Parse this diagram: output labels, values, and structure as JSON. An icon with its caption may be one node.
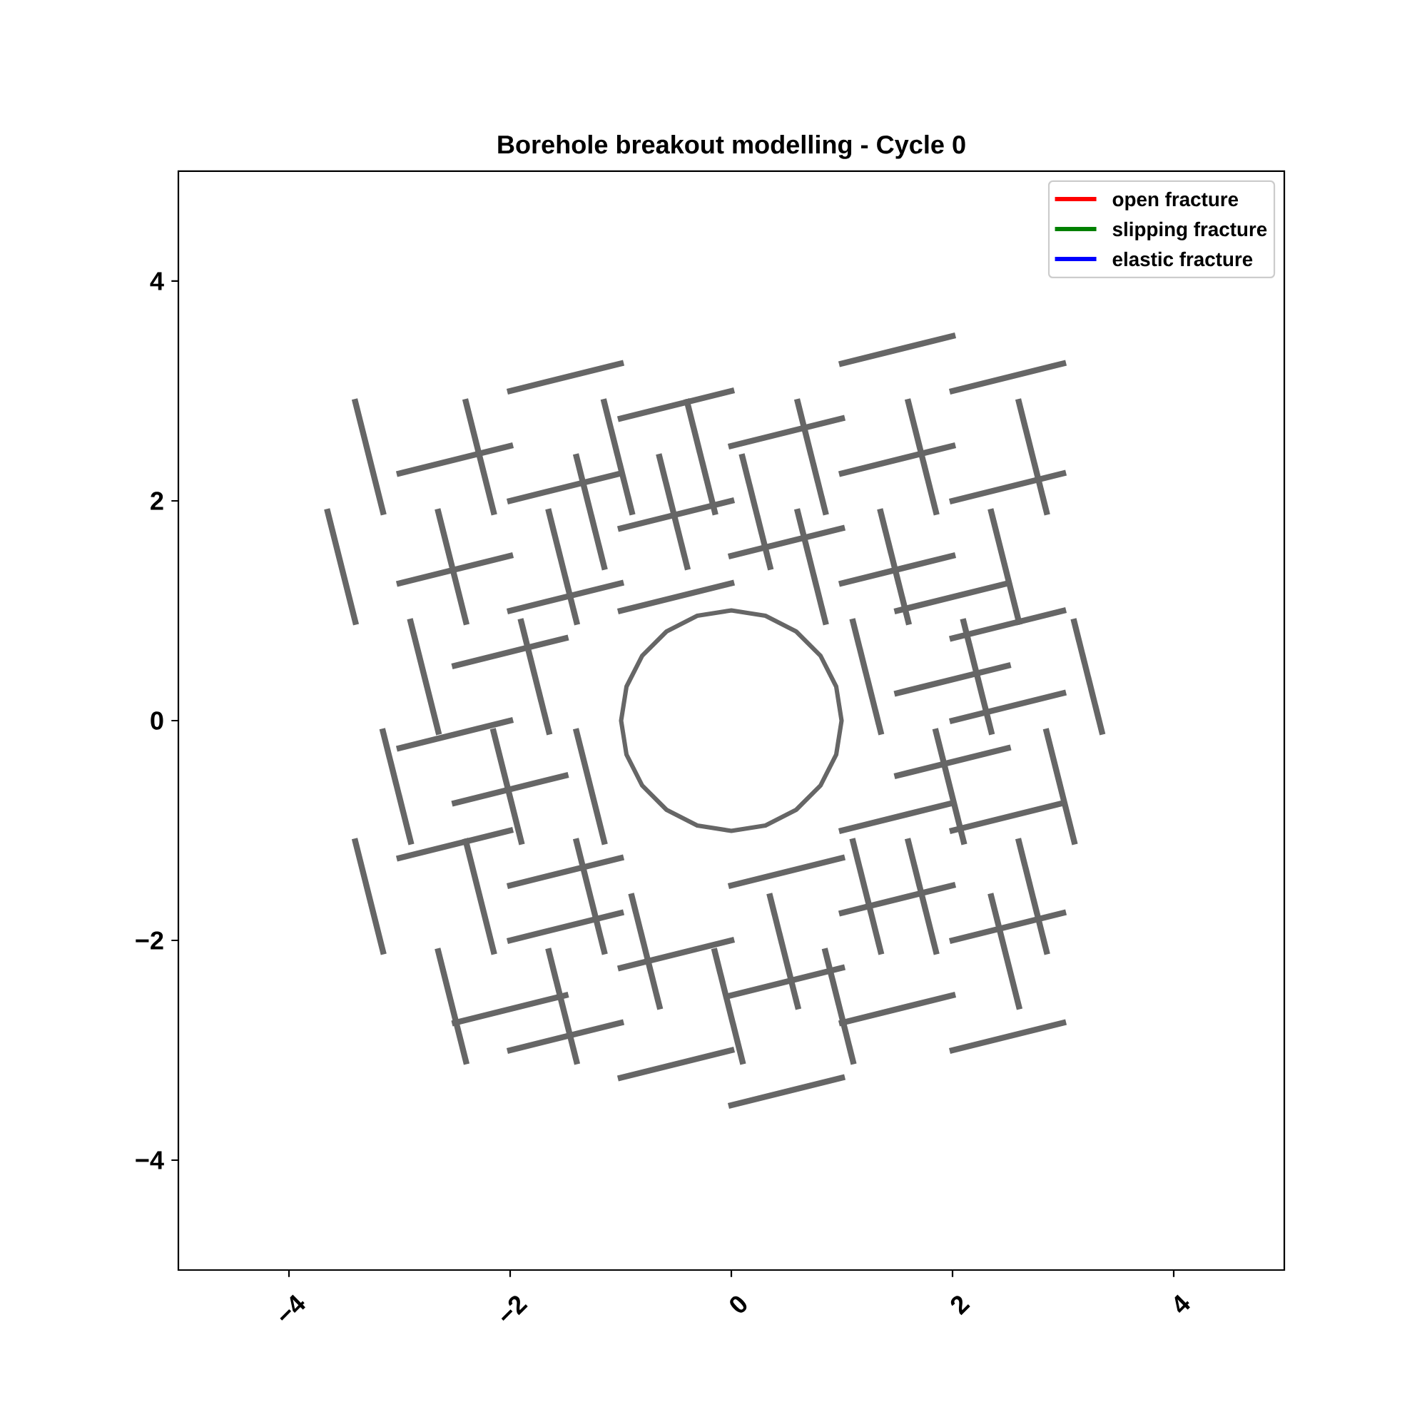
{
  "diagram": {
    "nodes": [
      {
        "text": [],
        "shape": "circle"
      }
    ],
    "chart_data": {
      "type": "line",
      "title": "Borehole breakout modelling - Cycle 0",
      "xlim": [
        -5,
        5
      ],
      "ylim": [
        -5,
        5
      ],
      "xticks": [
        -4,
        -2,
        0,
        2,
        4
      ],
      "yticks": [
        -4,
        -2,
        0,
        2,
        4
      ]
    },
    "legend": [
      {
        "text": "open fracture",
        "color": "#ff0000"
      },
      {
        "text": "slipping fracture",
        "color": "#008000"
      },
      {
        "text": "elastic fracture",
        "color": "#0000ff"
      }
    ]
  }
}
